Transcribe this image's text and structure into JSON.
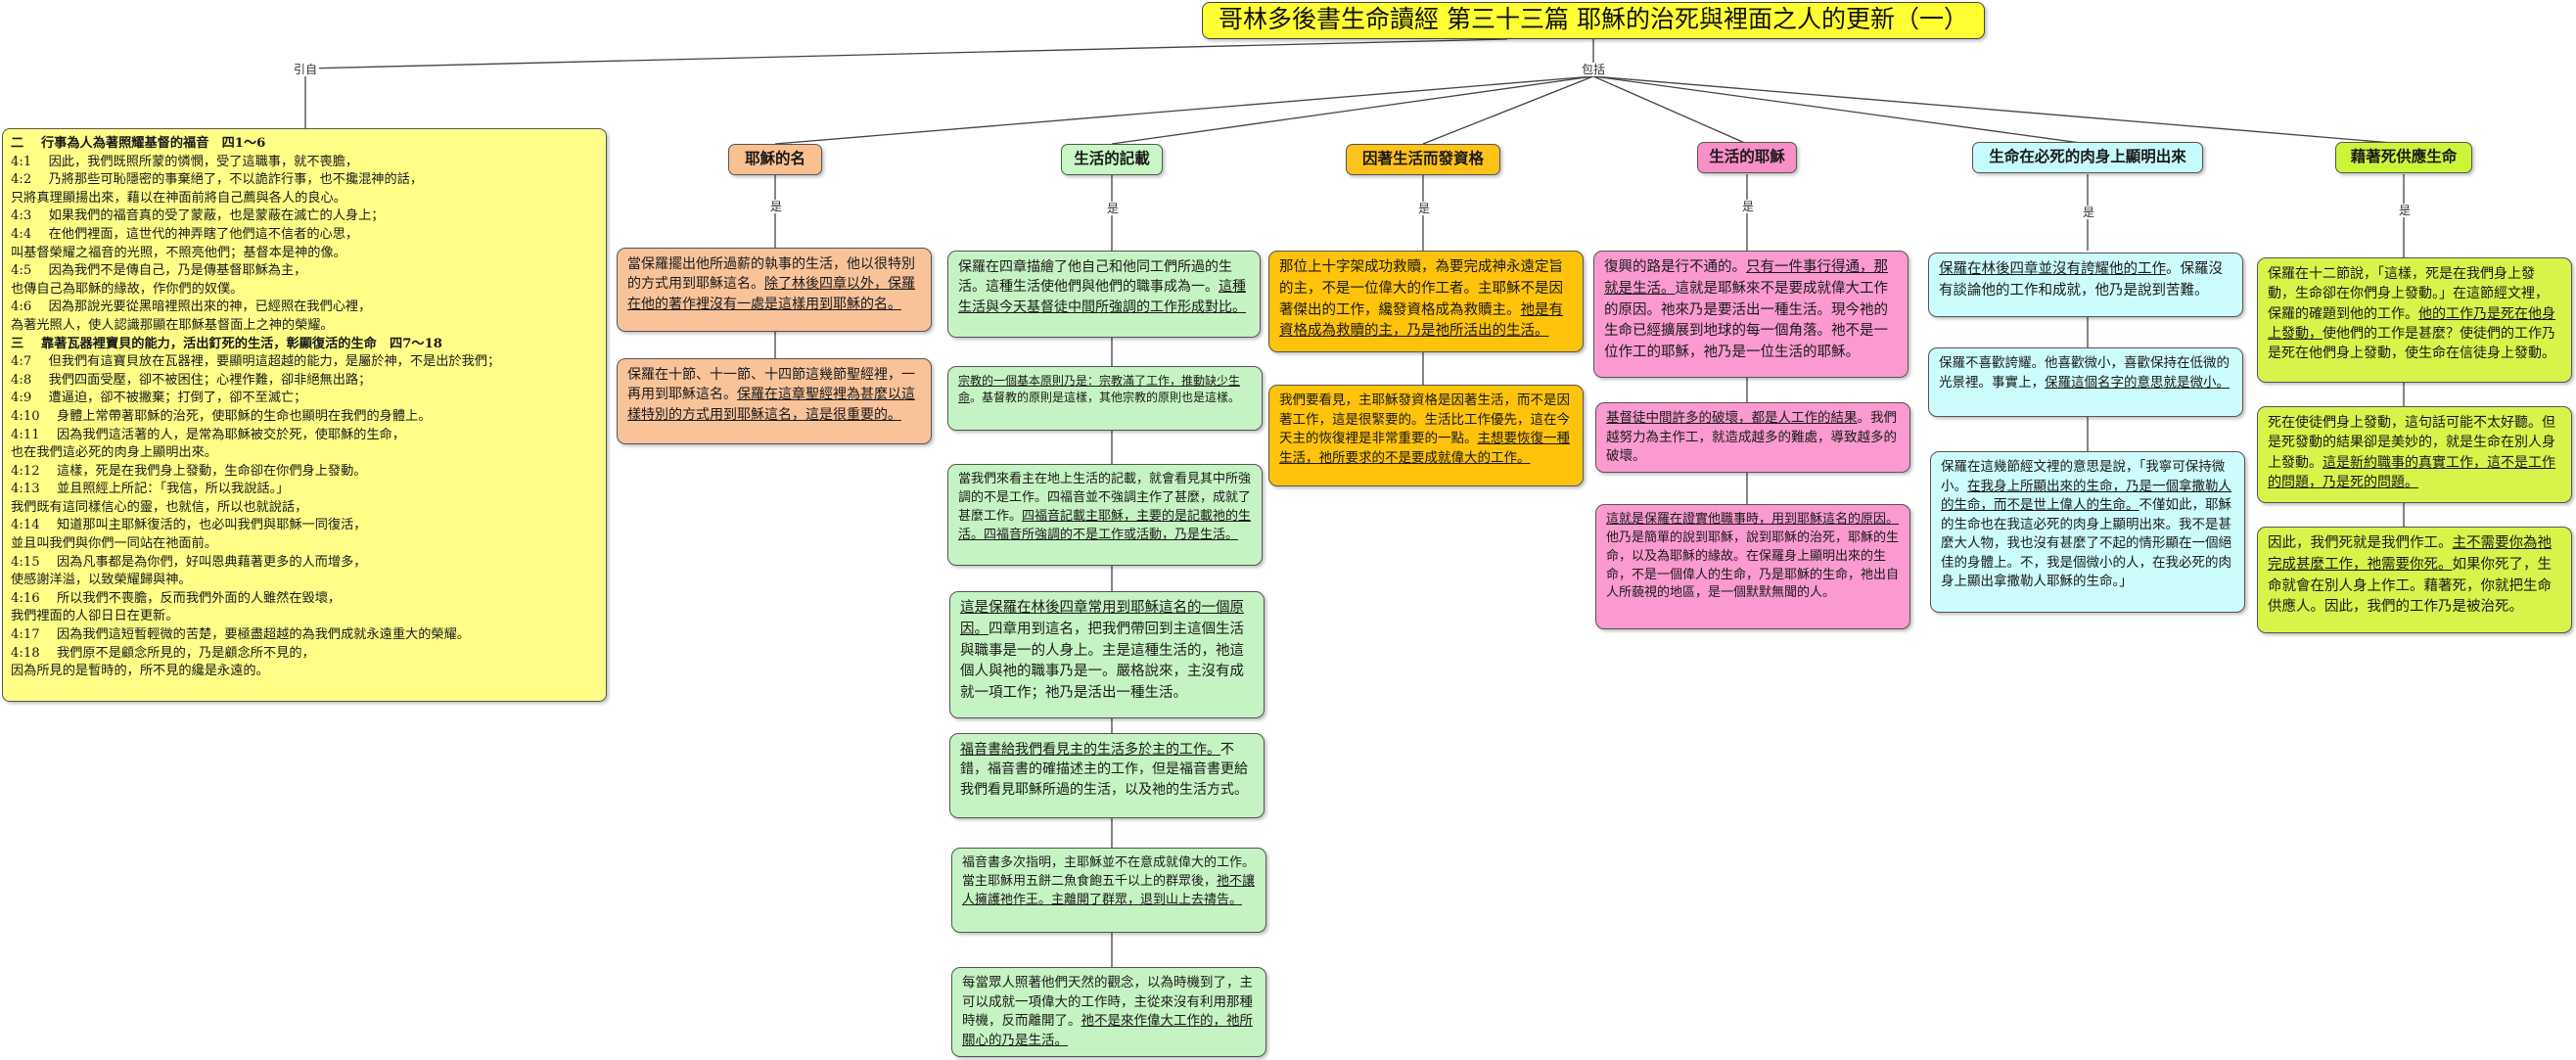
{
  "title": "哥林多後書生命讀經 第三十三篇  耶穌的治死與裡面之人的更新（一）",
  "labels": {
    "cite": "引自",
    "includes": "包括",
    "is": "是"
  },
  "quote": {
    "lines": [
      {
        "t": "二　 行事為人為著照耀基督的福音　四1～6",
        "h": true
      },
      {
        "t": "4:1　 因此，我們既照所蒙的憐憫，受了這職事，就不喪膽，"
      },
      {
        "t": "4:2　 乃將那些可恥隱密的事棄絕了，不以詭詐行事，也不攙混神的話，"
      },
      {
        "t": "只將真理顯揚出來，藉以在神面前將自己薦與各人的良心。"
      },
      {
        "t": "4:3　 如果我們的福音真的受了蒙蔽，也是蒙蔽在滅亡的人身上；"
      },
      {
        "t": "4:4　 在他們裡面，這世代的神弄瞎了他們這不信者的心思，"
      },
      {
        "t": "叫基督榮耀之福音的光照，不照亮他們；基督本是神的像。"
      },
      {
        "t": "4:5　 因為我們不是傳自己，乃是傳基督耶穌為主，"
      },
      {
        "t": "也傳自己為耶穌的緣故，作你們的奴僕。"
      },
      {
        "t": "4:6　 因為那說光要從黑暗裡照出來的神，已經照在我們心裡，"
      },
      {
        "t": "為著光照人，使人認識那顯在耶穌基督面上之神的榮耀。"
      },
      {
        "t": "三　 靠著瓦器裡寶貝的能力，活出釘死的生活，彰顯復活的生命　四7～18",
        "h": true
      },
      {
        "t": "4:7　 但我們有這寶貝放在瓦器裡，要顯明這超越的能力，是屬於神，不是出於我們；"
      },
      {
        "t": "4:8　 我們四面受壓，卻不被困住；心裡作難，卻非絕無出路；"
      },
      {
        "t": "4:9　 遭逼迫，卻不被撇棄；打倒了，卻不至滅亡；"
      },
      {
        "t": "4:10　 身體上常帶著耶穌的治死，使耶穌的生命也顯明在我們的身體上。"
      },
      {
        "t": "4:11　 因為我們這活著的人，是常為耶穌被交於死，使耶穌的生命，"
      },
      {
        "t": "也在我們這必死的肉身上顯明出來。"
      },
      {
        "t": "4:12　 這樣，死是在我們身上發動，生命卻在你們身上發動。"
      },
      {
        "t": "4:13　 並且照經上所記：「我信，所以我說話。」"
      },
      {
        "t": "我們既有這同樣信心的靈，也就信，所以也就說話，"
      },
      {
        "t": "4:14　 知道那叫主耶穌復活的，也必叫我們與耶穌一同復活，"
      },
      {
        "t": "並且叫我們與你們一同站在祂面前。"
      },
      {
        "t": "4:15　 因為凡事都是為你們，好叫恩典藉著更多的人而增多，"
      },
      {
        "t": "使感謝洋溢，以致榮耀歸與神。"
      },
      {
        "t": "4:16　 所以我們不喪膽，反而我們外面的人雖然在毀壞，"
      },
      {
        "t": "我們裡面的人卻日日在更新。"
      },
      {
        "t": "4:17　 因為我們這短暫輕微的苦楚，要極盡超越的為我們成就永遠重大的榮耀。"
      },
      {
        "t": "4:18　 我們原不是顧念所見的，乃是顧念所不見的，"
      },
      {
        "t": "因為所見的是暫時的，所不見的纔是永遠的。"
      }
    ]
  },
  "branches": [
    {
      "head": "耶穌的名",
      "color": "#fbc08f",
      "nodes": [
        {
          "parts": [
            {
              "t": "當保羅擺出他所過薪的執事的生活，他以很特別的方式用到耶穌這名。"
            },
            {
              "t": "除了林後四章以外，保羅在他的著作裡沒有一處是這樣用到耶穌的名。",
              "u": true
            }
          ]
        },
        {
          "parts": [
            {
              "t": "保羅在十節、十一節、十四節這幾節聖經裡，一再用到耶穌這名。"
            },
            {
              "t": "保羅在這章聖經裡為甚麼以這樣特別的方式用到耶穌這名，這是很重要的。",
              "u": true
            }
          ]
        }
      ]
    },
    {
      "head": "生活的記載",
      "color": "#c8f7c5",
      "nodes": [
        {
          "parts": [
            {
              "t": "保羅在四章描繪了他自己和他同工們所過的生活。這種生活使他們與他們的職事成為一。"
            },
            {
              "t": "這種生活與今天基督徒中間所強調的工作形成對比。",
              "u": true
            }
          ]
        },
        {
          "parts": [
            {
              "t": "宗教的一個基本原則乃是：宗教滿了工作，推動缺少生命",
              "u": true
            },
            {
              "t": "。基督教的原則是這樣，其他宗教的原則也是這樣。"
            }
          ]
        },
        {
          "parts": [
            {
              "t": "當我們來看主在地上生活的記載，就會看見其中所強調的不是工作。四福音並不強調主作了甚麼，成就了甚麼工作。"
            },
            {
              "t": "四福音記載主耶穌，主要的是記載祂的生活。四福音所強調的不是工作或活動，乃是生活。",
              "u": true
            }
          ]
        },
        {
          "parts": [
            {
              "t": "這是保羅在林後四章常用到耶穌這名的一個原因。",
              "u": true
            },
            {
              "t": "四章用到這名，把我們帶回到主這個生活與職事是一的人身上。主是這種生活的，祂這個人與祂的職事乃是一。嚴格說來，主沒有成就一項工作；祂乃是活出一種生活。"
            }
          ]
        },
        {
          "parts": [
            {
              "t": "福音書給我們看見主的生活多於主的工作。",
              "u": true
            },
            {
              "t": "不錯，福音書的確描述主的工作，但是福音書更給我們看見耶穌所過的生活，以及祂的生活方式。"
            }
          ]
        },
        {
          "parts": [
            {
              "t": "福音書多次指明，主耶穌並不在意成就偉大的工作。當主耶穌用五餅二魚食飽五千以上的群眾後，"
            },
            {
              "t": "祂不讓人擁護祂作王。主離開了群眾，退到山上去禱告。",
              "u": true
            }
          ]
        },
        {
          "parts": [
            {
              "t": "每當眾人照著他們天然的觀念，以為時機到了，主可以成就一項偉大的工作時，主從來沒有利用那種時機，反而離開了。"
            },
            {
              "t": "祂不是來作偉大工作的，祂所關心的乃是生活。",
              "u": true
            }
          ]
        }
      ]
    },
    {
      "head": "因著生活而發資格",
      "color": "#ffc21a",
      "nodes": [
        {
          "parts": [
            {
              "t": "那位上十字架成功救贖，為要完成神永遠定旨的主，不是一位偉大的作工者。主耶穌不是因著傑出的工作，纔發資格成為救贖主。"
            },
            {
              "t": "祂是有資格成為救贖的主，乃是祂所活出的生活。",
              "u": true
            }
          ]
        },
        {
          "parts": [
            {
              "t": "我們要看見，主耶穌發資格是因著生活，而不是因著工作，這是很緊要的。生活比工作優先，這在今天主的恢復裡是非常重要的一點。"
            },
            {
              "t": "主想要恢復一種生活，祂所要求的不是要成就偉大的工作。",
              "u": true
            }
          ]
        }
      ]
    },
    {
      "head": "生活的耶穌",
      "color": "#f98fc7",
      "nodes": [
        {
          "parts": [
            {
              "t": "復興的路是行不通的。"
            },
            {
              "t": "只有一件事行得通，那就是生活。",
              "u": true
            },
            {
              "t": "這就是耶穌來不是要成就偉大工作的原因。祂來乃是要活出一種生活。現今祂的生命已經擴展到地球的每一個角落。祂不是一位作工的耶穌，祂乃是一位生活的耶穌。"
            }
          ]
        },
        {
          "parts": [
            {
              "t": "基督徒中間許多的破壞，都是人工作的結果",
              "u": true
            },
            {
              "t": "。我們越努力為主作工，就造成越多的難處，導致越多的破壞。"
            }
          ]
        },
        {
          "parts": [
            {
              "t": "這就是保羅在證實他職事時，用到耶穌這名的原因。",
              "u": true
            },
            {
              "t": "他乃是簡單的說到耶穌，說到耶穌的治死，耶穌的生命，以及為耶穌的緣故。在保羅身上顯明出來的生命，不是一個偉人的生命，乃是耶穌的生命，祂出自人所藐視的地區，是一個默默無聞的人。"
            }
          ]
        }
      ]
    },
    {
      "head": "生命在必死的肉身上顯明出來",
      "color": "#c6fbfb",
      "nodes": [
        {
          "parts": [
            {
              "t": "保羅在林後四章並沒有誇耀他的工作",
              "u": true
            },
            {
              "t": "。保羅沒有談論他的工作和成就，他乃是說到苦難。"
            }
          ]
        },
        {
          "parts": [
            {
              "t": "保羅不喜歡誇耀。他喜歡微小，喜歡保持在低微的光景裡。事實上，"
            },
            {
              "t": "保羅這個名字的意思就是微小。",
              "u": true
            }
          ]
        },
        {
          "parts": [
            {
              "t": "保羅在這幾節經文裡的意思是說，「我寧可保持微小。"
            },
            {
              "t": "在我身上所顯出來的生命，乃是一個拿撒勒人的生命，而不是世上偉人的生命。",
              "u": true
            },
            {
              "t": "不僅如此，耶穌的生命也在我這必死的肉身上顯明出來。我不是甚麼大人物，我也沒有甚麼了不起的情形顯在一個絕佳的身體上。不，我是個微小的人，在我必死的肉身上顯出拿撒勒人耶穌的生命。」"
            }
          ]
        }
      ]
    },
    {
      "head": "藉著死供應生命",
      "color": "#ccf53a",
      "nodes": [
        {
          "parts": [
            {
              "t": "保羅在十二節說，「這樣，死是在我們身上發動，生命卻在你們身上發動。」在這節經文裡，保羅的確題到他的工作。"
            },
            {
              "t": "他的工作乃是死在他身上發動，",
              "u": true
            },
            {
              "t": "使他們的工作是甚麼？使徒們的工作乃是死在他們身上發動，使生命在信徒身上發動。"
            }
          ]
        },
        {
          "parts": [
            {
              "t": "死在使徒們身上發動，這句話可能不太好聽。但是死發動的結果卻是美妙的，就是生命在別人身上發動。"
            },
            {
              "t": "這是新約職事的真實工作，這不是工作的問題，乃是死的問題。",
              "u": true
            }
          ]
        },
        {
          "parts": [
            {
              "t": "因此，我們死就是我們作工。"
            },
            {
              "t": "主不需要你為祂完成甚麼工作，祂需要你死。",
              "u": true
            },
            {
              "t": "如果你死了，生命就會在別人身上作工。藉著死，你就把生命供應人。因此，我們的工作乃是被治死。"
            }
          ]
        }
      ]
    }
  ]
}
